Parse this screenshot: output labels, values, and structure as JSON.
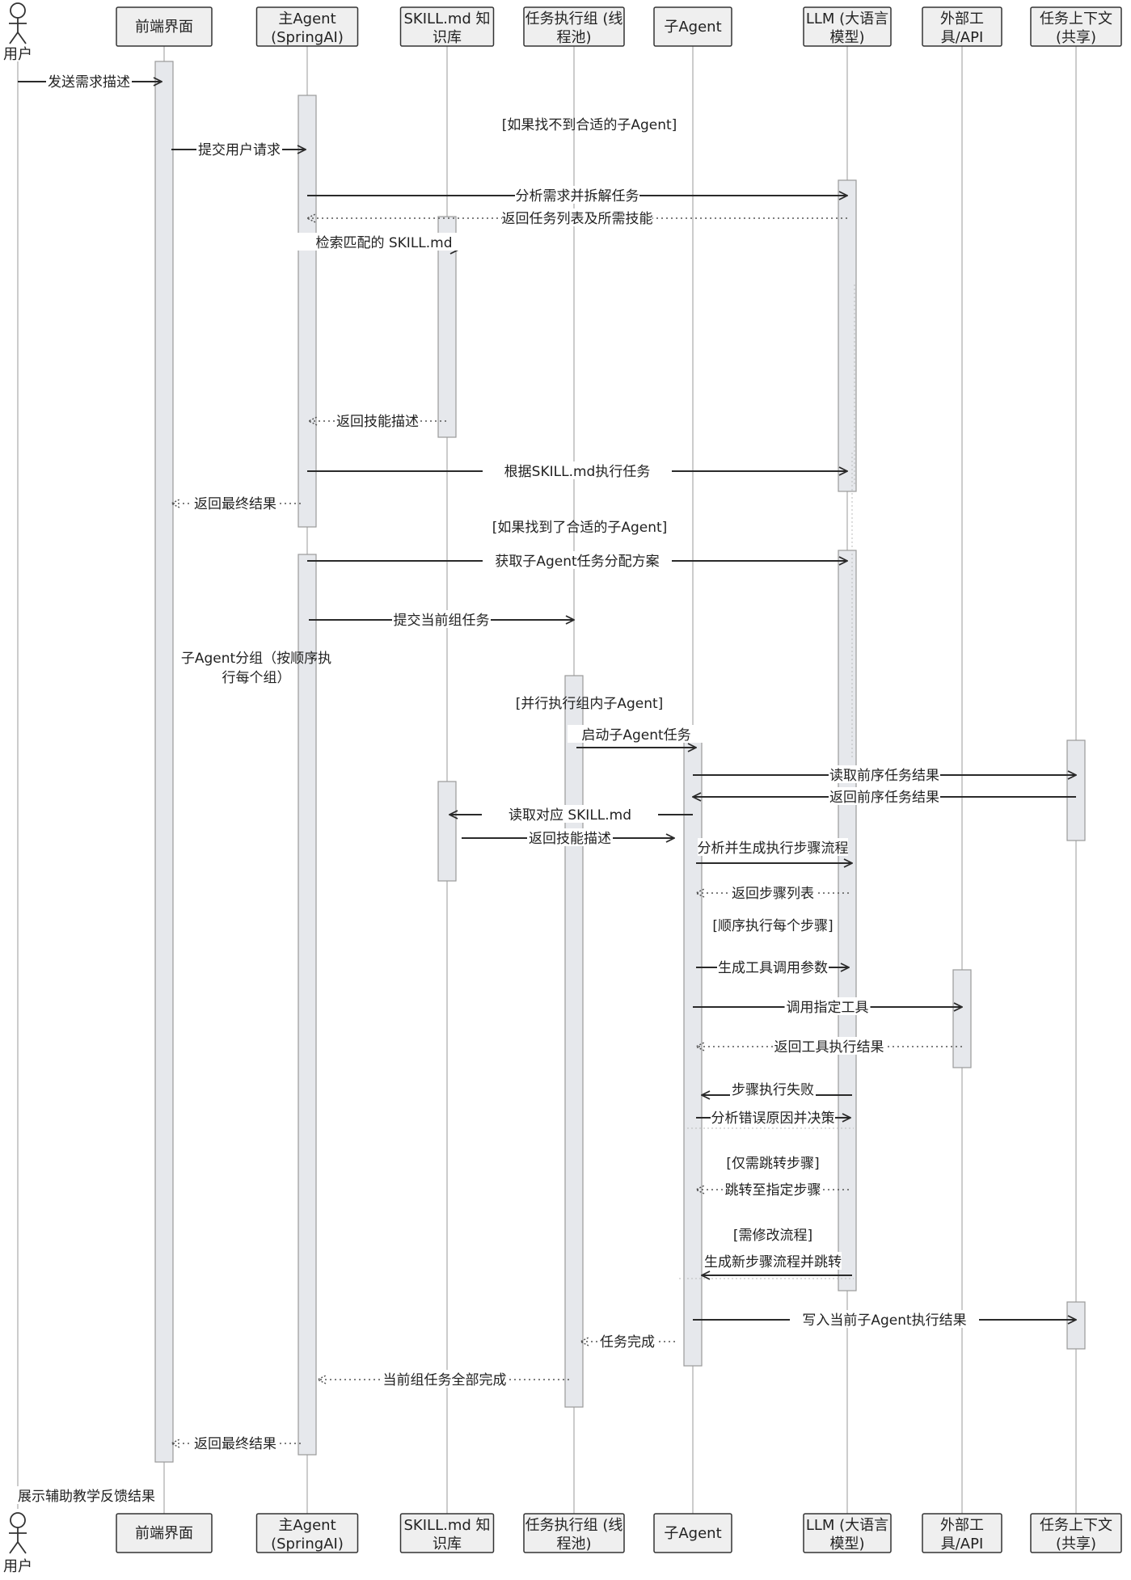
{
  "participants": [
    {
      "id": "user",
      "kind": "actor",
      "label": "用户"
    },
    {
      "id": "fe",
      "kind": "box",
      "label": "前端界面"
    },
    {
      "id": "main",
      "kind": "box",
      "label": "主Agent (SpringAI)"
    },
    {
      "id": "skill",
      "kind": "box",
      "label": "SKILL.md 知识库"
    },
    {
      "id": "exec",
      "kind": "box",
      "label": "任务执行组 (线程池)"
    },
    {
      "id": "sub",
      "kind": "box",
      "label": "子Agent"
    },
    {
      "id": "llm",
      "kind": "box",
      "label": "LLM (大语言模型)"
    },
    {
      "id": "tool",
      "kind": "box",
      "label": "外部工具/API"
    },
    {
      "id": "ctx",
      "kind": "box",
      "label": "任务上下文 (共享)"
    }
  ],
  "messages": [
    {
      "from": "user",
      "to": "fe",
      "style": "solid",
      "label": "发送需求描述"
    },
    {
      "from": "fe",
      "to": "main",
      "style": "solid",
      "label": "提交用户请求"
    },
    {
      "from": "main",
      "to": "llm",
      "style": "solid",
      "label": "分析需求并拆解任务"
    },
    {
      "from": "llm",
      "to": "main",
      "style": "dotted",
      "label": "返回任务列表及所需技能"
    },
    {
      "from": "main",
      "to": "skill",
      "style": "solid",
      "label": "检索匹配的 SKILL.md"
    },
    {
      "from": "skill",
      "to": "main",
      "style": "dotted",
      "label": "返回技能描述"
    },
    {
      "from": "main",
      "to": "llm",
      "style": "solid",
      "label": "根据SKILL.md执行任务"
    },
    {
      "from": "main",
      "to": "fe",
      "style": "dotted",
      "label": "返回最终结果"
    },
    {
      "from": "main",
      "to": "llm",
      "style": "solid",
      "label": "获取子Agent任务分配方案"
    },
    {
      "from": "main",
      "to": "exec",
      "style": "solid",
      "label": "提交当前组任务"
    },
    {
      "from": "exec",
      "to": "sub",
      "style": "solid",
      "label": "启动子Agent任务"
    },
    {
      "from": "sub",
      "to": "ctx",
      "style": "solid",
      "label": "读取前序任务结果"
    },
    {
      "from": "ctx",
      "to": "sub",
      "style": "solid",
      "label": "返回前序任务结果"
    },
    {
      "from": "sub",
      "to": "skill",
      "style": "solid",
      "label": "读取对应 SKILL.md"
    },
    {
      "from": "skill",
      "to": "sub",
      "style": "solid",
      "label": "返回技能描述"
    },
    {
      "from": "sub",
      "to": "llm",
      "style": "solid",
      "label": "分析并生成执行步骤流程"
    },
    {
      "from": "llm",
      "to": "sub",
      "style": "dotted",
      "label": "返回步骤列表"
    },
    {
      "from": "sub",
      "to": "llm",
      "style": "solid",
      "label": "生成工具调用参数"
    },
    {
      "from": "sub",
      "to": "tool",
      "style": "solid",
      "label": "调用指定工具"
    },
    {
      "from": "tool",
      "to": "sub",
      "style": "dotted",
      "label": "返回工具执行结果"
    },
    {
      "from": "llm",
      "to": "sub",
      "style": "solid",
      "label": "步骤执行失败"
    },
    {
      "from": "sub",
      "to": "llm",
      "style": "solid",
      "label": "分析错误原因并决策"
    },
    {
      "from": "llm",
      "to": "sub",
      "style": "dotted",
      "label": "跳转至指定步骤"
    },
    {
      "from": "llm",
      "to": "sub",
      "style": "solid",
      "label": "生成新步骤流程并跳转"
    },
    {
      "from": "sub",
      "to": "ctx",
      "style": "solid",
      "label": "写入当前子Agent执行结果"
    },
    {
      "from": "sub",
      "to": "exec",
      "style": "dotted",
      "label": "任务完成"
    },
    {
      "from": "exec",
      "to": "main",
      "style": "dotted",
      "label": "当前组任务全部完成"
    },
    {
      "from": "main",
      "to": "fe",
      "style": "dotted",
      "label": "返回最终结果"
    },
    {
      "from": "fe",
      "to": "user",
      "style": "solid",
      "label": "展示辅助教学反馈结果"
    }
  ],
  "notes": [
    {
      "label": "[如果找不到合适的子Agent]"
    },
    {
      "label": "[如果找到了合适的子Agent]"
    },
    {
      "label": "子Agent分组（按顺序执行每个组）"
    },
    {
      "label": "[并行执行组内子Agent]"
    },
    {
      "label": "[顺序执行每个步骤]"
    },
    {
      "label": "[仅需跳转步骤]"
    },
    {
      "label": "[需修改流程]"
    }
  ]
}
